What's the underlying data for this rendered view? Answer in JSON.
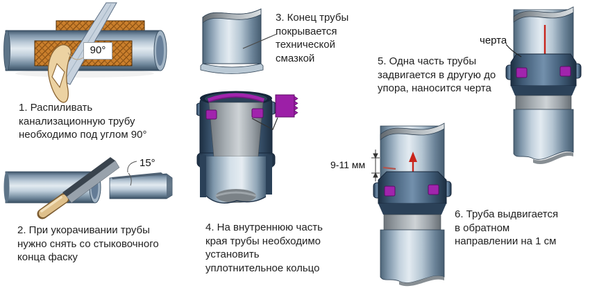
{
  "diagram": {
    "steps": [
      {
        "caption": "1. Распиливать\nканализационную трубу\nнеобходимо под углом 90°"
      },
      {
        "caption": "2. При укорачивании трубы\nнужно снять со стыковочного\nконца фаску"
      },
      {
        "caption": "3. Конец трубы\nпокрывается\nтехнической\nсмазкой"
      },
      {
        "caption": "4. На внутреннюю часть\nкрая трубы необходимо\nустановить\nуплотнительное кольцо"
      },
      {
        "caption": "5. Одна часть трубы\nзадвигается в другую до\nупора, наносится черта"
      },
      {
        "caption": "6. Труба выдвигается\nв обратном\nнаправлении на 1 см"
      }
    ],
    "labels": {
      "saw_angle": "90°",
      "chamfer_angle": "15°",
      "mark": "черта",
      "gap": "9-11 мм"
    },
    "colors": {
      "pipe_blue": "#9fb4c6",
      "socket_navy": "#2b4158",
      "seal_purple": "#9c1fa7",
      "wood_orange": "#ca7f2c",
      "arrow_red": "#c9241b",
      "text": "#1f1f1f",
      "background": "#ffffff"
    }
  }
}
